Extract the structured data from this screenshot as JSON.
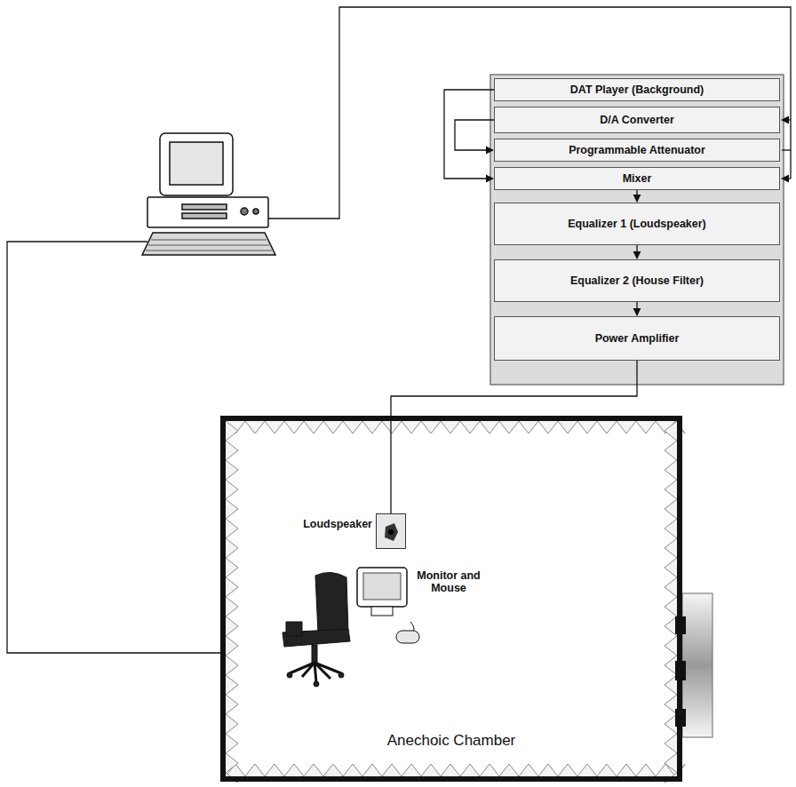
{
  "diagram": {
    "nodes": [
      {
        "text": [
          "DAT Player (Background)"
        ]
      },
      {
        "text": [
          "D/A Converter"
        ]
      },
      {
        "text": [
          "Programmable Attenuator"
        ]
      },
      {
        "text": [
          "Mixer"
        ]
      },
      {
        "text": [
          "Equalizer 1 (Loudspeaker)"
        ]
      },
      {
        "text": [
          "Equalizer 2 (House Filter)"
        ]
      },
      {
        "text": [
          "Power Amplifier"
        ]
      },
      {
        "text": [
          "Anechoic Chamber"
        ]
      },
      {
        "text": [
          "Loudspeaker"
        ],
        "in": 7
      },
      {
        "text": [
          "Monitor and Mouse"
        ],
        "in": 7
      }
    ],
    "edges": [
      {
        "from": 0,
        "to": 3,
        "arrow": "to"
      },
      {
        "from": 1,
        "to": 2,
        "arrow": "to"
      },
      {
        "from": 3,
        "to": 4,
        "arrow": "to"
      },
      {
        "from": 4,
        "to": 5,
        "arrow": "to"
      },
      {
        "from": 5,
        "to": 6,
        "arrow": "to"
      },
      {
        "from": 6,
        "to": 8,
        "arrow": "none"
      }
    ]
  }
}
